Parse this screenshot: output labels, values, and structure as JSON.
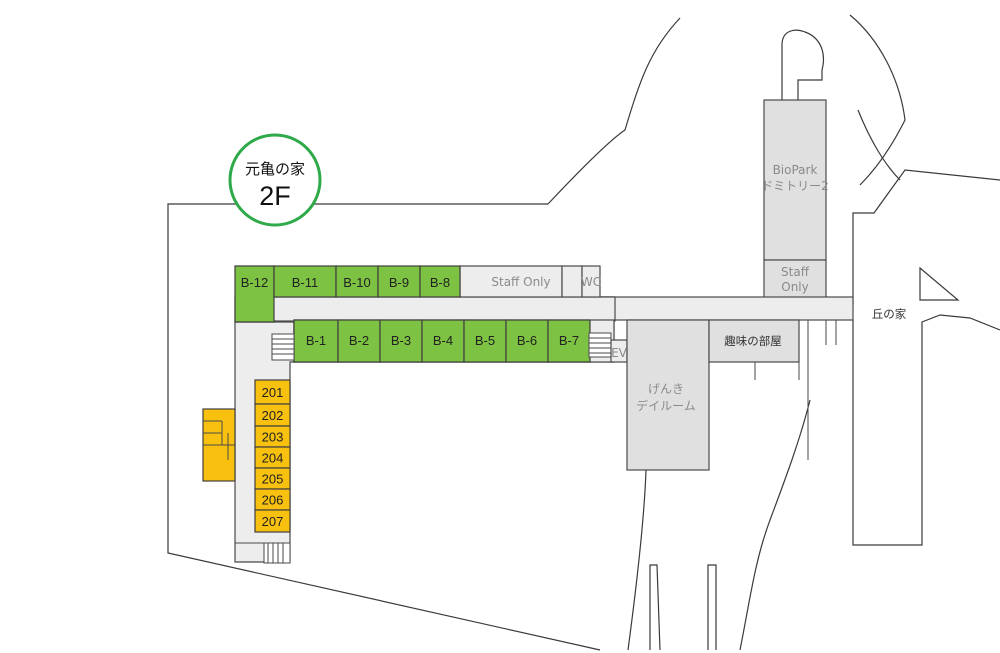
{
  "badge": {
    "name": "元亀の家",
    "floor": "2F",
    "color": "#2eaa4a"
  },
  "colors": {
    "bedroom_green": "#7dc242",
    "room_yellow": "#f8c10f",
    "corridor_gray": "#ededed"
  },
  "green_rooms_top": [
    "B-12",
    "B-11",
    "B-10",
    "B-9",
    "B-8"
  ],
  "green_rooms_bottom": [
    "B-1",
    "B-2",
    "B-3",
    "B-4",
    "B-5",
    "B-6",
    "B-7"
  ],
  "yellow_rooms": [
    "201",
    "202",
    "203",
    "204",
    "205",
    "206",
    "207"
  ],
  "labels": {
    "staff_only_1": "Staff  Only",
    "wc": "WC",
    "ev": "EV",
    "biopark_line1": "BioPark",
    "biopark_line2": "ドミトリー2",
    "staff_only_2_line1": "Staff",
    "staff_only_2_line2": "Only",
    "hobby_room": "趣味の部屋",
    "dayroom_line1": "げんき",
    "dayroom_line2": "デイルーム",
    "oka_no_ie": "丘の家"
  }
}
